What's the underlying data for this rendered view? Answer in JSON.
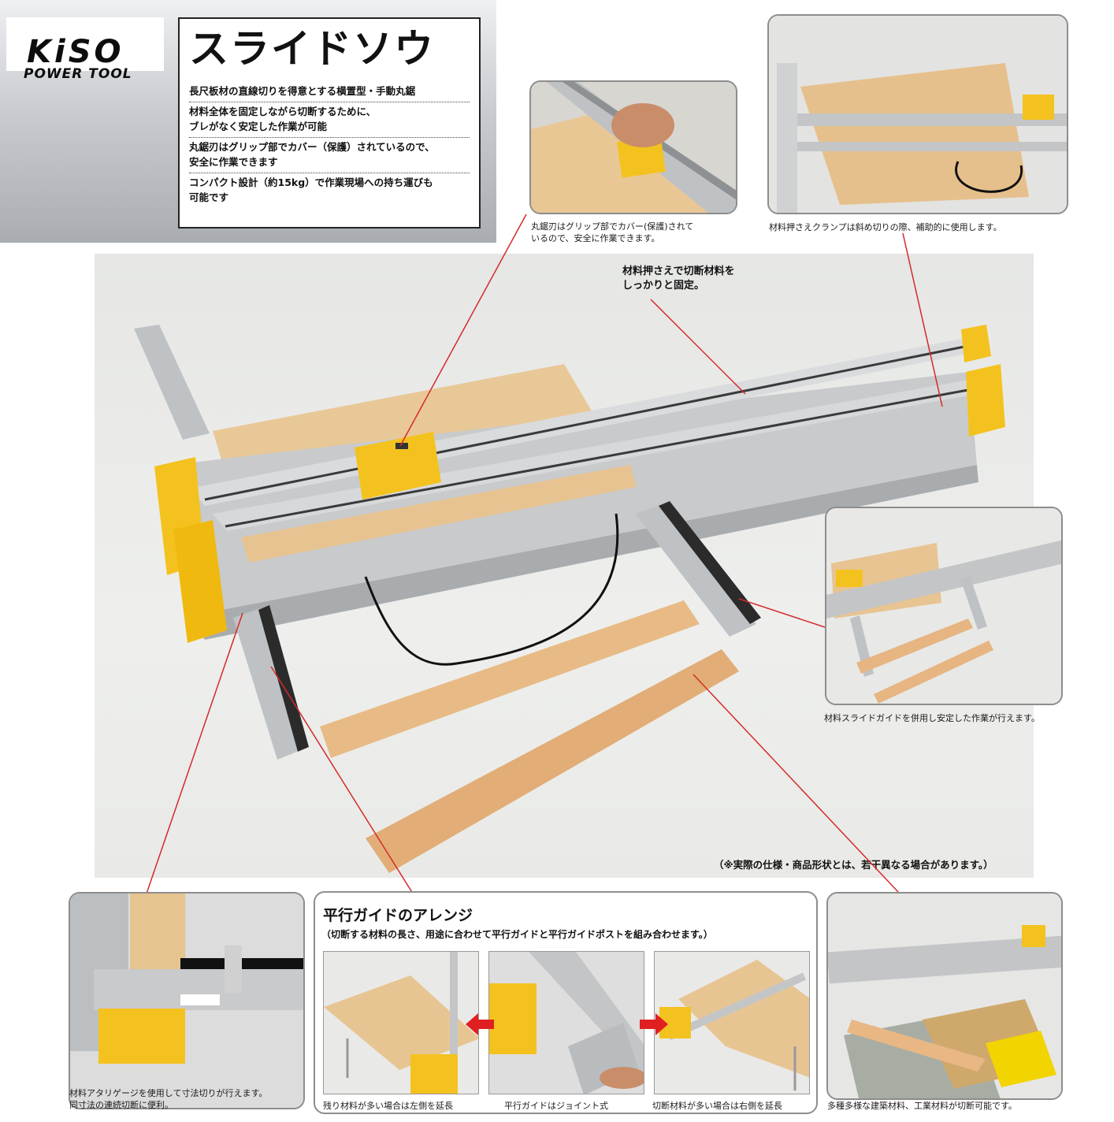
{
  "brand": {
    "logo_text": "KiSO",
    "logo_sub": "POWER TOOL"
  },
  "product": {
    "title": "スライドソウ",
    "features": [
      "長尺板材の直線切りを得意とする横置型・手動丸鋸",
      "材料全体を固定しながら切断するために、\nブレがなく安定した作業が可能",
      "丸鋸刃はグリップ部でカバー（保護）されているので、\n安全に作業できます",
      "コンパクト設計（約15kg）で作業現場への持ち運びも\n可能です"
    ]
  },
  "captions": {
    "grip_cover": "丸鋸刃はグリップ部でカバー(保護)されて\nいるので、安全に作業できます。",
    "clamp": "材料押さえクランプは斜め切りの際、補助的に使用します。",
    "material_holder": "材料押さえで切断材料を\nしっかりと固定。",
    "slide_guide": "材料スライドガイドを併用し安定した作業が行えます。",
    "disclaimer": "（※実際の仕様・商品形状とは、若干異なる場合があります。）",
    "gauge": "材料アタリゲージを使用して寸法切りが行えます。\n同寸法の連続切断に便利。",
    "materials": "多種多様な建築材料、工業材料が切断可能です。"
  },
  "arrange": {
    "title": "平行ガイドのアレンジ",
    "subtitle": "（切断する材料の長さ、用途に合わせて平行ガイドと平行ガイドポストを組み合わせます。）",
    "items": [
      {
        "caption": "残り材料が多い場合は左側を延長"
      },
      {
        "caption": "平行ガイドはジョイント式"
      },
      {
        "caption": "切断材料が多い場合は右側を延長"
      }
    ]
  },
  "colors": {
    "tool_yellow": "#f4c21e",
    "aluminum": "#c9cbcd",
    "wood": "#e8c592",
    "callout_line": "#d42a2a",
    "arrow_red": "#e02020"
  }
}
